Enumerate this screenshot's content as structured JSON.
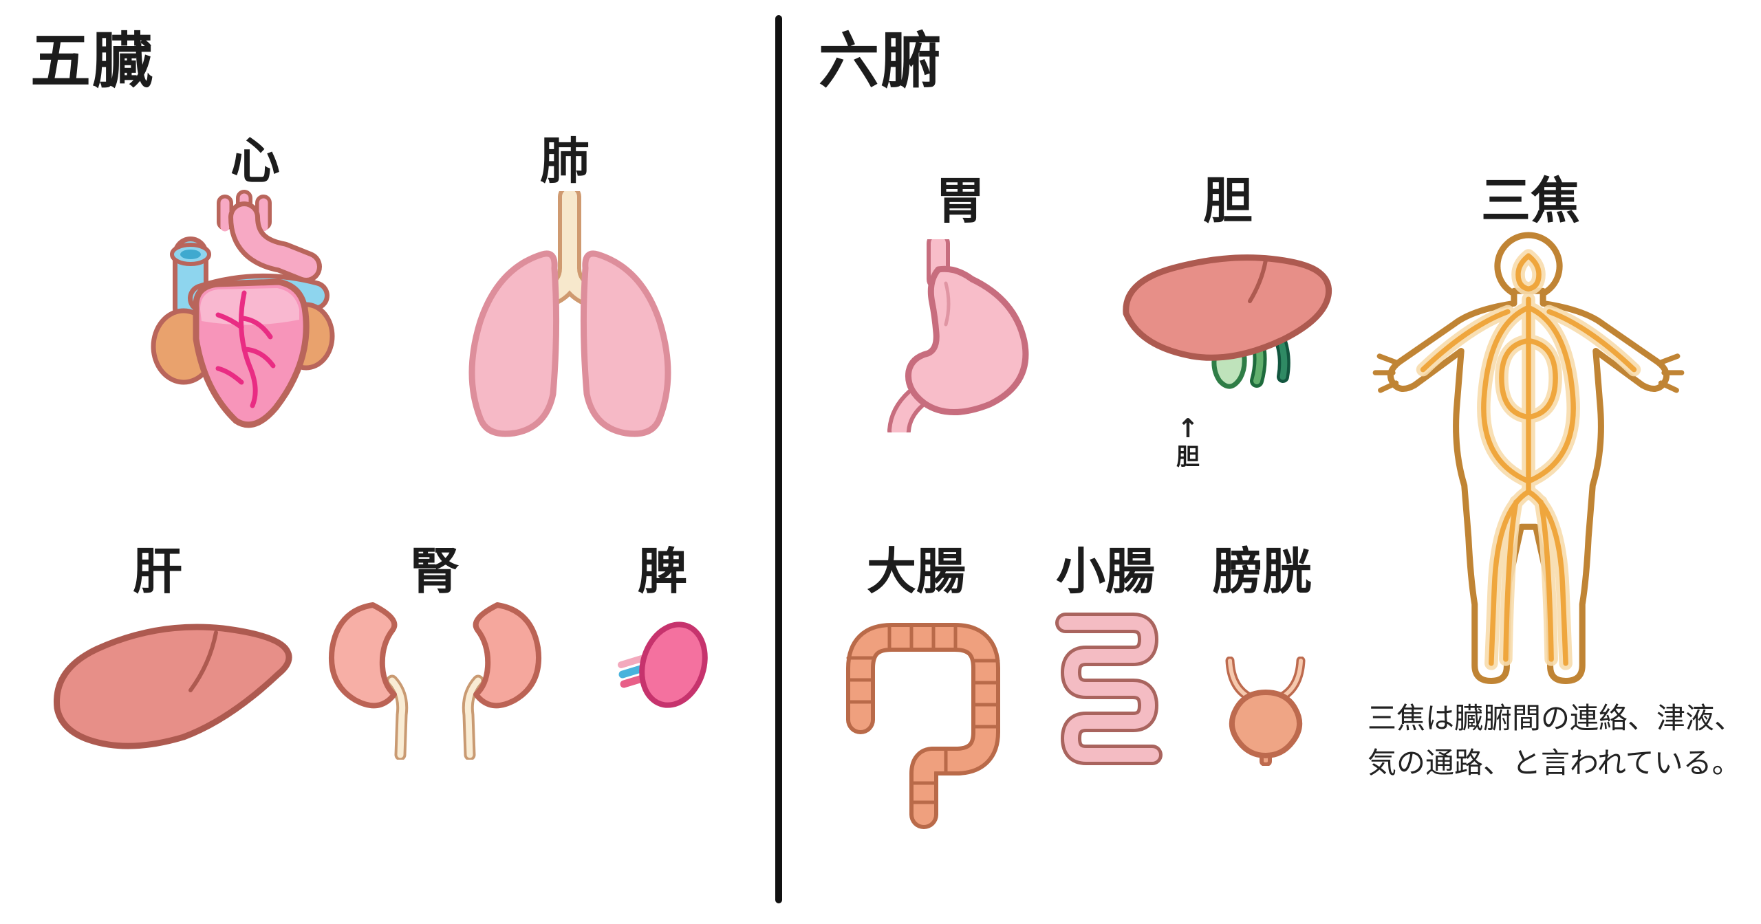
{
  "five_zang": {
    "title": "五臓",
    "organs": {
      "heart": {
        "label": "心"
      },
      "lungs": {
        "label": "肺"
      },
      "liver": {
        "label": "肝"
      },
      "kidneys": {
        "label": "腎"
      },
      "spleen": {
        "label": "脾"
      }
    }
  },
  "six_fu": {
    "title": "六腑",
    "organs": {
      "stomach": {
        "label": "胃"
      },
      "gallbladder": {
        "label": "胆"
      },
      "sanjiao": {
        "label": "三焦"
      },
      "large_intestine": {
        "label": "大腸"
      },
      "small_intestine": {
        "label": "小腸"
      },
      "bladder": {
        "label": "膀胱"
      }
    },
    "gallbladder_pointer": {
      "arrow": "↑",
      "label": "胆"
    },
    "caption": {
      "line1": "三焦は臓腑間の連絡、津液、",
      "line2": "気の通路、と言われている。"
    }
  },
  "palette": {
    "text": "#1c1c1c",
    "divider": "#111111",
    "outline_salmon": "#ad5a50",
    "heart_pink": "#f795ba",
    "blue_vessel": "#8ed5ee",
    "coronary_magenta": "#e92c83",
    "atria_orange": "#e9a26d",
    "lung_pink": "#f6b9c6",
    "trachea_cream": "#f7e8cc",
    "kidney_pink": "#f7afa6",
    "spleen_pink": "#f4719f",
    "stomach_pink": "#f8bdc9",
    "gallbladder_green": "#2f7d46",
    "sanjiao_gold": "#efa63d",
    "intestine_salmon": "#efa07e",
    "small_intestine_pink": "#f4bcc3",
    "bladder_salmon": "#efa585"
  }
}
